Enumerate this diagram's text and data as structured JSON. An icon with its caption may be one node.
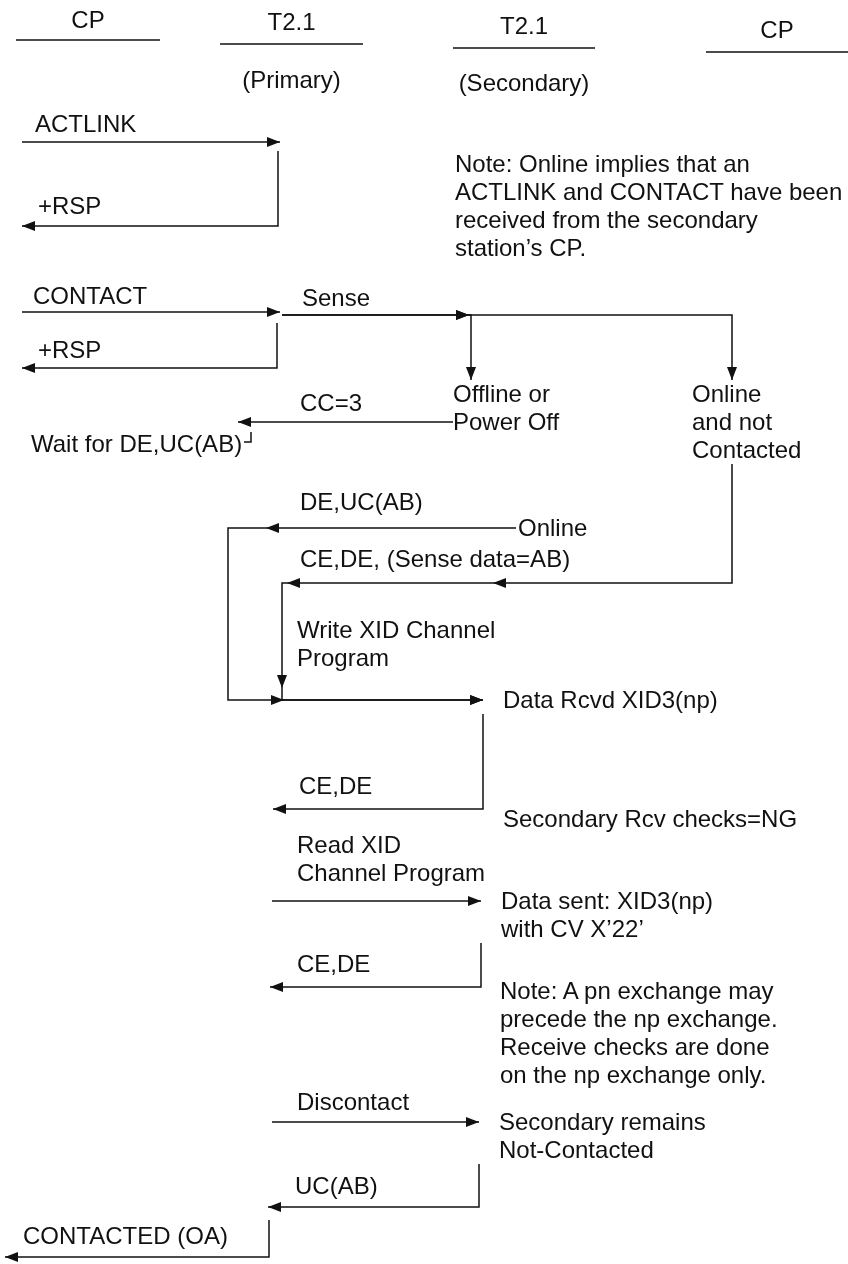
{
  "diagram": {
    "nodes": [
      {
        "text": [
          "Offline or Power Off"
        ]
      },
      {
        "text": [
          "Online and not Contacted"
        ]
      },
      {
        "text": [
          "Wait for DE,UC(AB)"
        ]
      },
      {
        "text": [
          "Online"
        ]
      },
      {
        "text": [
          "Data Rcvd XID3(np)"
        ]
      },
      {
        "text": [
          "Data sent: XID3(np) with CV X’22’"
        ]
      },
      {
        "text": [
          "Secondary remains Not-Contacted"
        ]
      }
    ],
    "edges": [
      {
        "from": null,
        "to": 0,
        "arrow": "to",
        "label": "Sense"
      },
      {
        "from": null,
        "to": 1,
        "arrow": "to"
      },
      {
        "from": 0,
        "to": 2,
        "arrow": "to",
        "label": "CC=3"
      },
      {
        "from": 3,
        "to": 4,
        "arrow": "to",
        "label": "DE,UC(AB)"
      },
      {
        "from": 1,
        "to": 4,
        "arrow": "to",
        "label": "CE,DE, (Sense data=AB)"
      },
      {
        "from": 4,
        "to": null,
        "arrow": "to",
        "label": "CE,DE"
      },
      {
        "from": null,
        "to": 5,
        "arrow": "to",
        "label": "Read XID Channel Program"
      },
      {
        "from": 5,
        "to": null,
        "arrow": "to",
        "label": "CE,DE"
      },
      {
        "from": null,
        "to": 6,
        "arrow": "to",
        "label": "Discontact"
      },
      {
        "from": 6,
        "to": null,
        "arrow": "to",
        "label": "UC(AB)"
      }
    ],
    "labels": [
      "CP",
      "T2.1",
      "T2.1",
      "CP",
      "(Primary)",
      "(Secondary)",
      "ACTLINK",
      "Note: Online implies that an ACTLINK and CONTACT have been received from the secondary station’s CP.",
      "+RSP",
      "CONTACT",
      "+RSP",
      "Write XID Channel Program",
      "Secondary Rcv checks=NG",
      "Note: A pn exchange may precede the np exchange. Receive checks are done on the np exchange only.",
      "CONTACTED (OA)"
    ]
  }
}
